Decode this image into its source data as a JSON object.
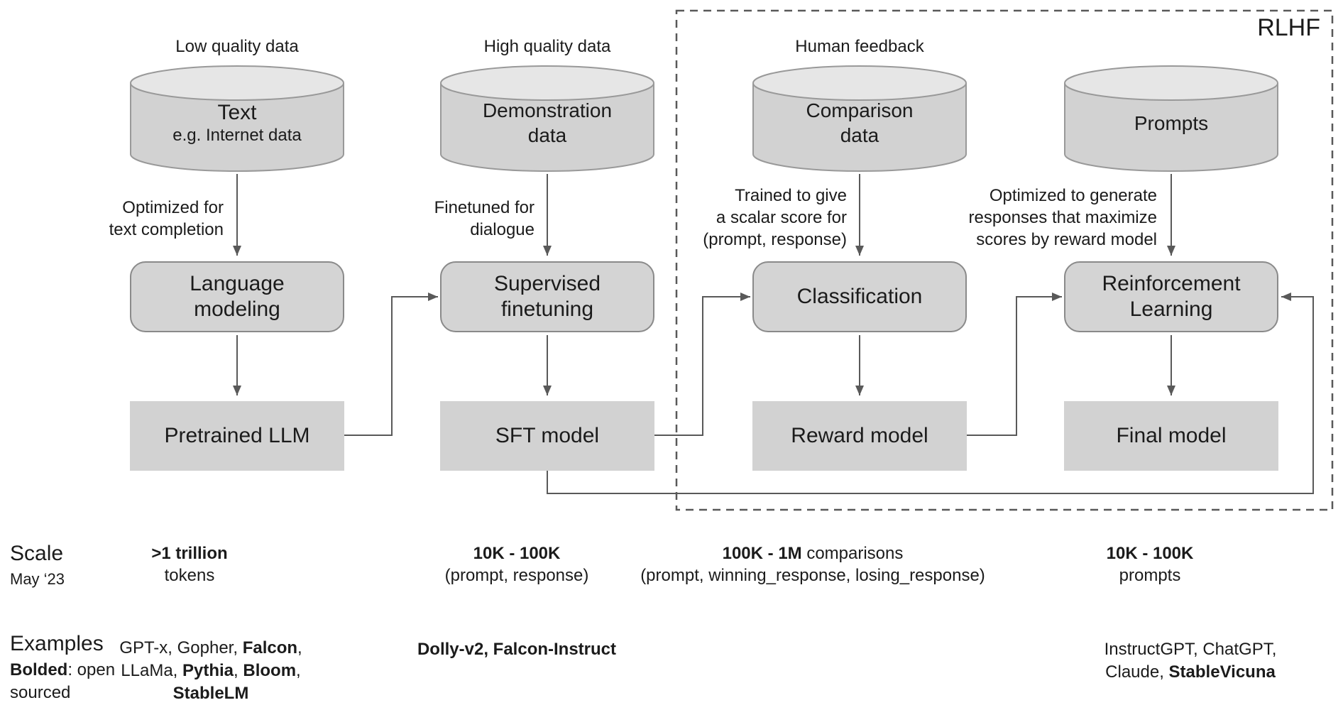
{
  "diagram": {
    "rlhf_label": "RLHF",
    "colors": {
      "box_fill": "#d4d4d4",
      "cylinder_body": "#d2d2d2",
      "cylinder_top": "#e6e6e6",
      "line": "#595959",
      "border": "#8a8a8a",
      "text": "#1b1b1b"
    },
    "columns": [
      {
        "quality_label": "Low quality data",
        "datastore": {
          "title": "Text",
          "subtitle": "e.g. Internet data"
        },
        "arrow_note": "Optimized for\ntext completion",
        "process": "Language\nmodeling",
        "artifact": "Pretrained LLM"
      },
      {
        "quality_label": "High quality data",
        "datastore": {
          "title": "Demonstration\ndata"
        },
        "arrow_note": "Finetuned for\ndialogue",
        "process": "Supervised\nfinetuning",
        "artifact": "SFT model"
      },
      {
        "quality_label": "Human feedback",
        "datastore": {
          "title": "Comparison\ndata"
        },
        "arrow_note": "Trained to give\na scalar score for\n(prompt, response)",
        "process": "Classification",
        "artifact": "Reward model"
      },
      {
        "datastore": {
          "title": "Prompts"
        },
        "arrow_note": "Optimized to generate\nresponses that maximize\nscores by reward model",
        "process": "Reinforcement\nLearning",
        "artifact": "Final model"
      }
    ],
    "scale": {
      "title": "Scale",
      "date": "May ‘23",
      "entries": [
        {
          "amount": [
            {
              "t": ">1 trillion",
              "b": true
            }
          ],
          "unit": "tokens"
        },
        {
          "amount": [
            {
              "t": "10K - 100K",
              "b": true
            }
          ],
          "unit": "(prompt, response)"
        },
        {
          "amount": [
            {
              "t": "100K - 1M",
              "b": true
            },
            {
              "t": " comparisons",
              "b": false
            }
          ],
          "unit": "(prompt, winning_response, losing_response)"
        },
        {
          "amount": [
            {
              "t": "10K - 100K",
              "b": true
            }
          ],
          "unit": "prompts"
        }
      ]
    },
    "examples": {
      "title": "Examples",
      "legend": [
        {
          "t": "Bolded",
          "b": true
        },
        {
          "t": ": open",
          "b": false
        }
      ],
      "legend_line2": "sourced",
      "entries": [
        {
          "lines": [
            [
              {
                "t": "GPT-x, Gopher, ",
                "b": false
              },
              {
                "t": "Falcon",
                "b": true
              },
              {
                "t": ",",
                "b": false
              }
            ],
            [
              {
                "t": "LLaMa, ",
                "b": false
              },
              {
                "t": "Pythia",
                "b": true
              },
              {
                "t": ", ",
                "b": false
              },
              {
                "t": "Bloom",
                "b": true
              },
              {
                "t": ",",
                "b": false
              }
            ],
            [
              {
                "t": "StableLM",
                "b": true
              }
            ]
          ]
        },
        {
          "lines": [
            [
              {
                "t": "Dolly-v2, Falcon-Instruct",
                "b": true
              }
            ]
          ]
        },
        {
          "lines": [
            [
              {
                "t": "InstructGPT, ChatGPT,",
                "b": false
              }
            ],
            [
              {
                "t": "Claude, ",
                "b": false
              },
              {
                "t": "StableVicuna",
                "b": true
              }
            ]
          ]
        }
      ]
    }
  }
}
